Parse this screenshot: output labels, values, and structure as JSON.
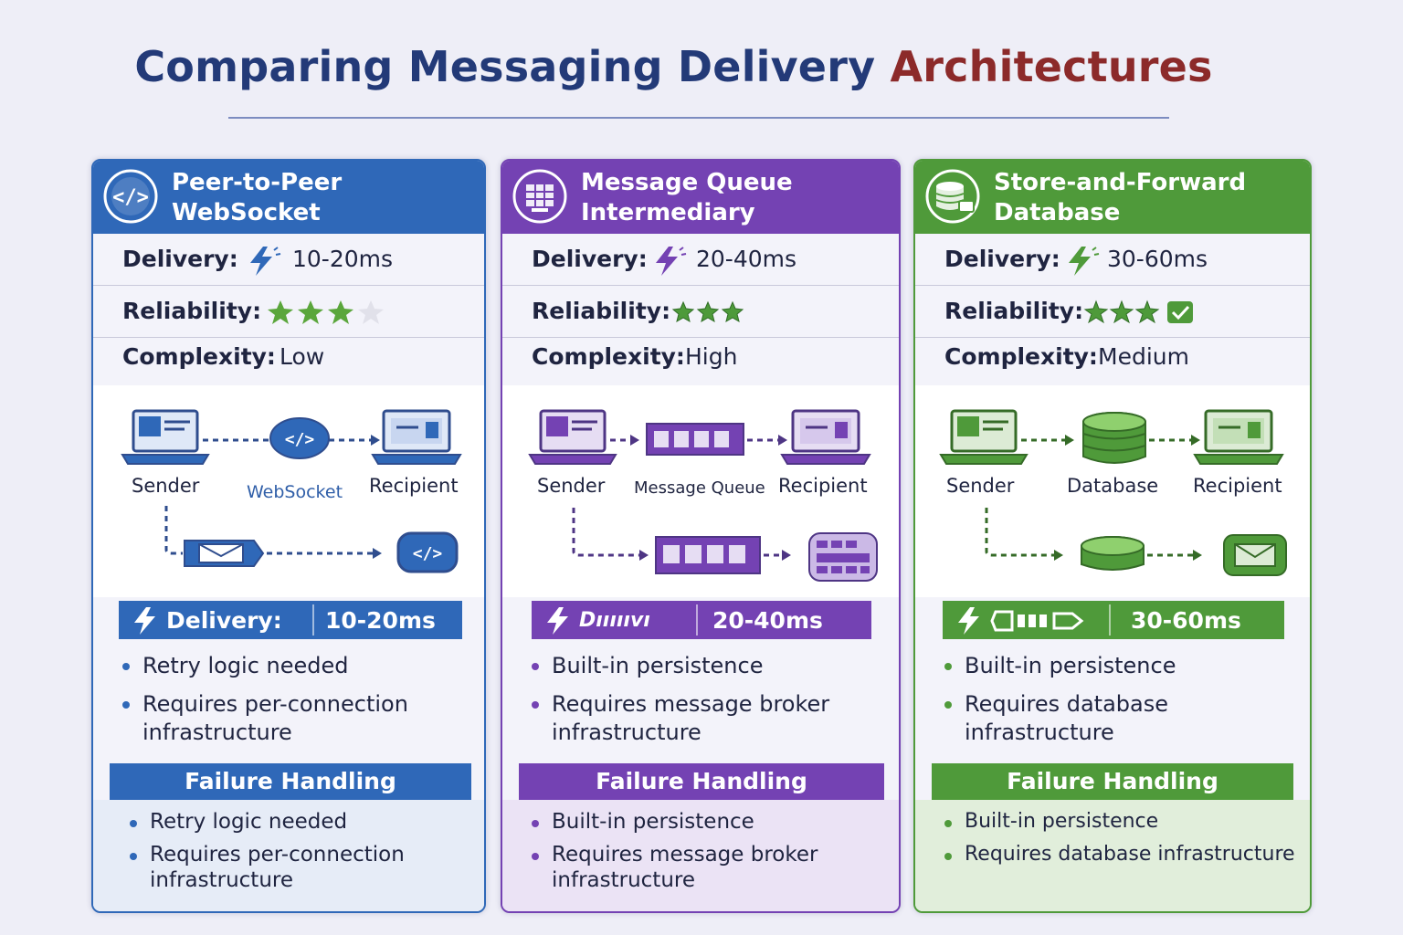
{
  "title": {
    "main": "Comparing Messaging Delivery",
    "accent": "Architectures"
  },
  "cards": [
    {
      "color": "#2f68b8",
      "title_line1": "Peer-to-Peer",
      "title_line2": "WebSocket",
      "icon": "code-icon",
      "delivery_label": "Delivery:",
      "delivery_value": "10-20ms",
      "reliability_label": "Reliability:",
      "reliability_stars": 3,
      "reliability_max": 4,
      "complexity_label": "Complexity:",
      "complexity_value": "Low",
      "diagram": {
        "left": "Sender",
        "middle": "WebSocket",
        "right": "Recipient"
      },
      "bar_label": "Delivery:",
      "bar_value": "10-20ms",
      "bullets": [
        "Retry logic needed",
        "Requires per-connection infrastructure"
      ],
      "failure_title": "Failure Handling",
      "failure_bullets": [
        "Retry logic needed",
        "Requires per-connection infrastructure"
      ]
    },
    {
      "color": "#7442b3",
      "title_line1": "Message Queue",
      "title_line2": "Intermediary",
      "icon": "queue-icon",
      "delivery_label": "Delivery:",
      "delivery_value": "20-40ms",
      "reliability_label": "Reliability:",
      "reliability_stars": 3,
      "complexity_label": "Complexity:",
      "complexity_value": "High",
      "diagram": {
        "left": "Sender",
        "middle": "Message Queue",
        "right": "Recipient"
      },
      "bar_label": "Dıııııvı",
      "bar_value": "20-40ms",
      "bullets": [
        "Built-in persistence",
        "Requires message broker infrastructure"
      ],
      "failure_title": "Failure Handling",
      "failure_bullets": [
        "Built-in persistence",
        "Requires message broker infrastructure"
      ]
    },
    {
      "color": "#4f9a3a",
      "title_line1": "Store-and-Forward",
      "title_line2": "Database",
      "icon": "database-icon",
      "delivery_label": "Delivery:",
      "delivery_value": "30-60ms",
      "reliability_label": "Reliability:",
      "reliability_stars": 3,
      "reliability_check": true,
      "complexity_label": "Complexity:",
      "complexity_value": "Medium",
      "diagram": {
        "left": "Sender",
        "middle": "Database",
        "right": "Recipient"
      },
      "bar_label": "",
      "bar_value": "30-60ms",
      "bullets": [
        "Built-in persistence",
        "Requires database infrastructure"
      ],
      "failure_title": "Failure Handling",
      "failure_bullets": [
        "Built-in persistence",
        "Requires database infrastructure"
      ]
    }
  ]
}
